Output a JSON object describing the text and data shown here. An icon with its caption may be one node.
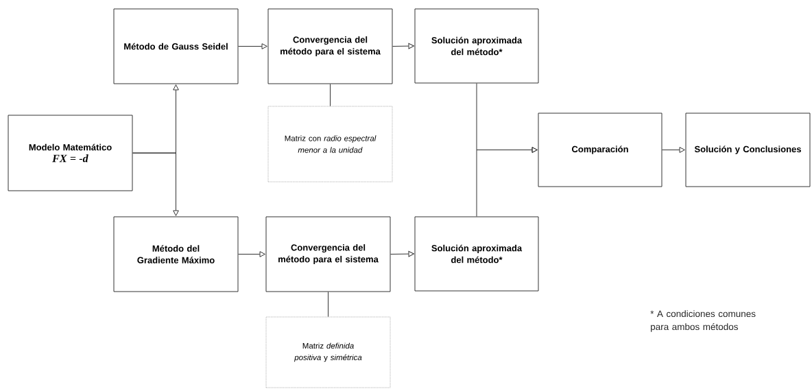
{
  "diagram": {
    "nodes": [
      {
        "text": [
          "**Modelo Matemático**",
          "*FX = -d*"
        ]
      },
      {
        "text": [
          "Método de Gauss Seidel"
        ]
      },
      {
        "text": [
          "Convergencia del método para el sistema"
        ]
      },
      {
        "text": [
          "Solución aproximada del método*"
        ]
      },
      {
        "text": [
          "Matriz con *radio espectral menor a la unidad*"
        ]
      },
      {
        "text": [
          "Método del Gradiente Máximo"
        ]
      },
      {
        "text": [
          "Convergencia del método para el sistema"
        ]
      },
      {
        "text": [
          "Solución aproximada del método*"
        ]
      },
      {
        "text": [
          "Matriz *definida positiva* y *simétrica*"
        ]
      },
      {
        "text": [
          "Comparación"
        ]
      },
      {
        "text": [
          "Solución y Conclusiones"
        ]
      }
    ],
    "edges": [
      {
        "from": 0,
        "to": 1,
        "arrow": "to"
      },
      {
        "from": 0,
        "to": 5,
        "arrow": "to"
      },
      {
        "from": 1,
        "to": 2,
        "arrow": "to"
      },
      {
        "from": 2,
        "to": 3,
        "arrow": "to"
      },
      {
        "from": 2,
        "to": 4,
        "arrow": "none"
      },
      {
        "from": 5,
        "to": 6,
        "arrow": "to"
      },
      {
        "from": 6,
        "to": 7,
        "arrow": "to"
      },
      {
        "from": 6,
        "to": 8,
        "arrow": "none"
      },
      {
        "from": 3,
        "to": 9,
        "arrow": "to"
      },
      {
        "from": 7,
        "to": 9,
        "arrow": "to"
      },
      {
        "from": 9,
        "to": 10,
        "arrow": "to"
      }
    ],
    "labels": [
      "* A condiciones comunes para ambos métodos"
    ]
  }
}
